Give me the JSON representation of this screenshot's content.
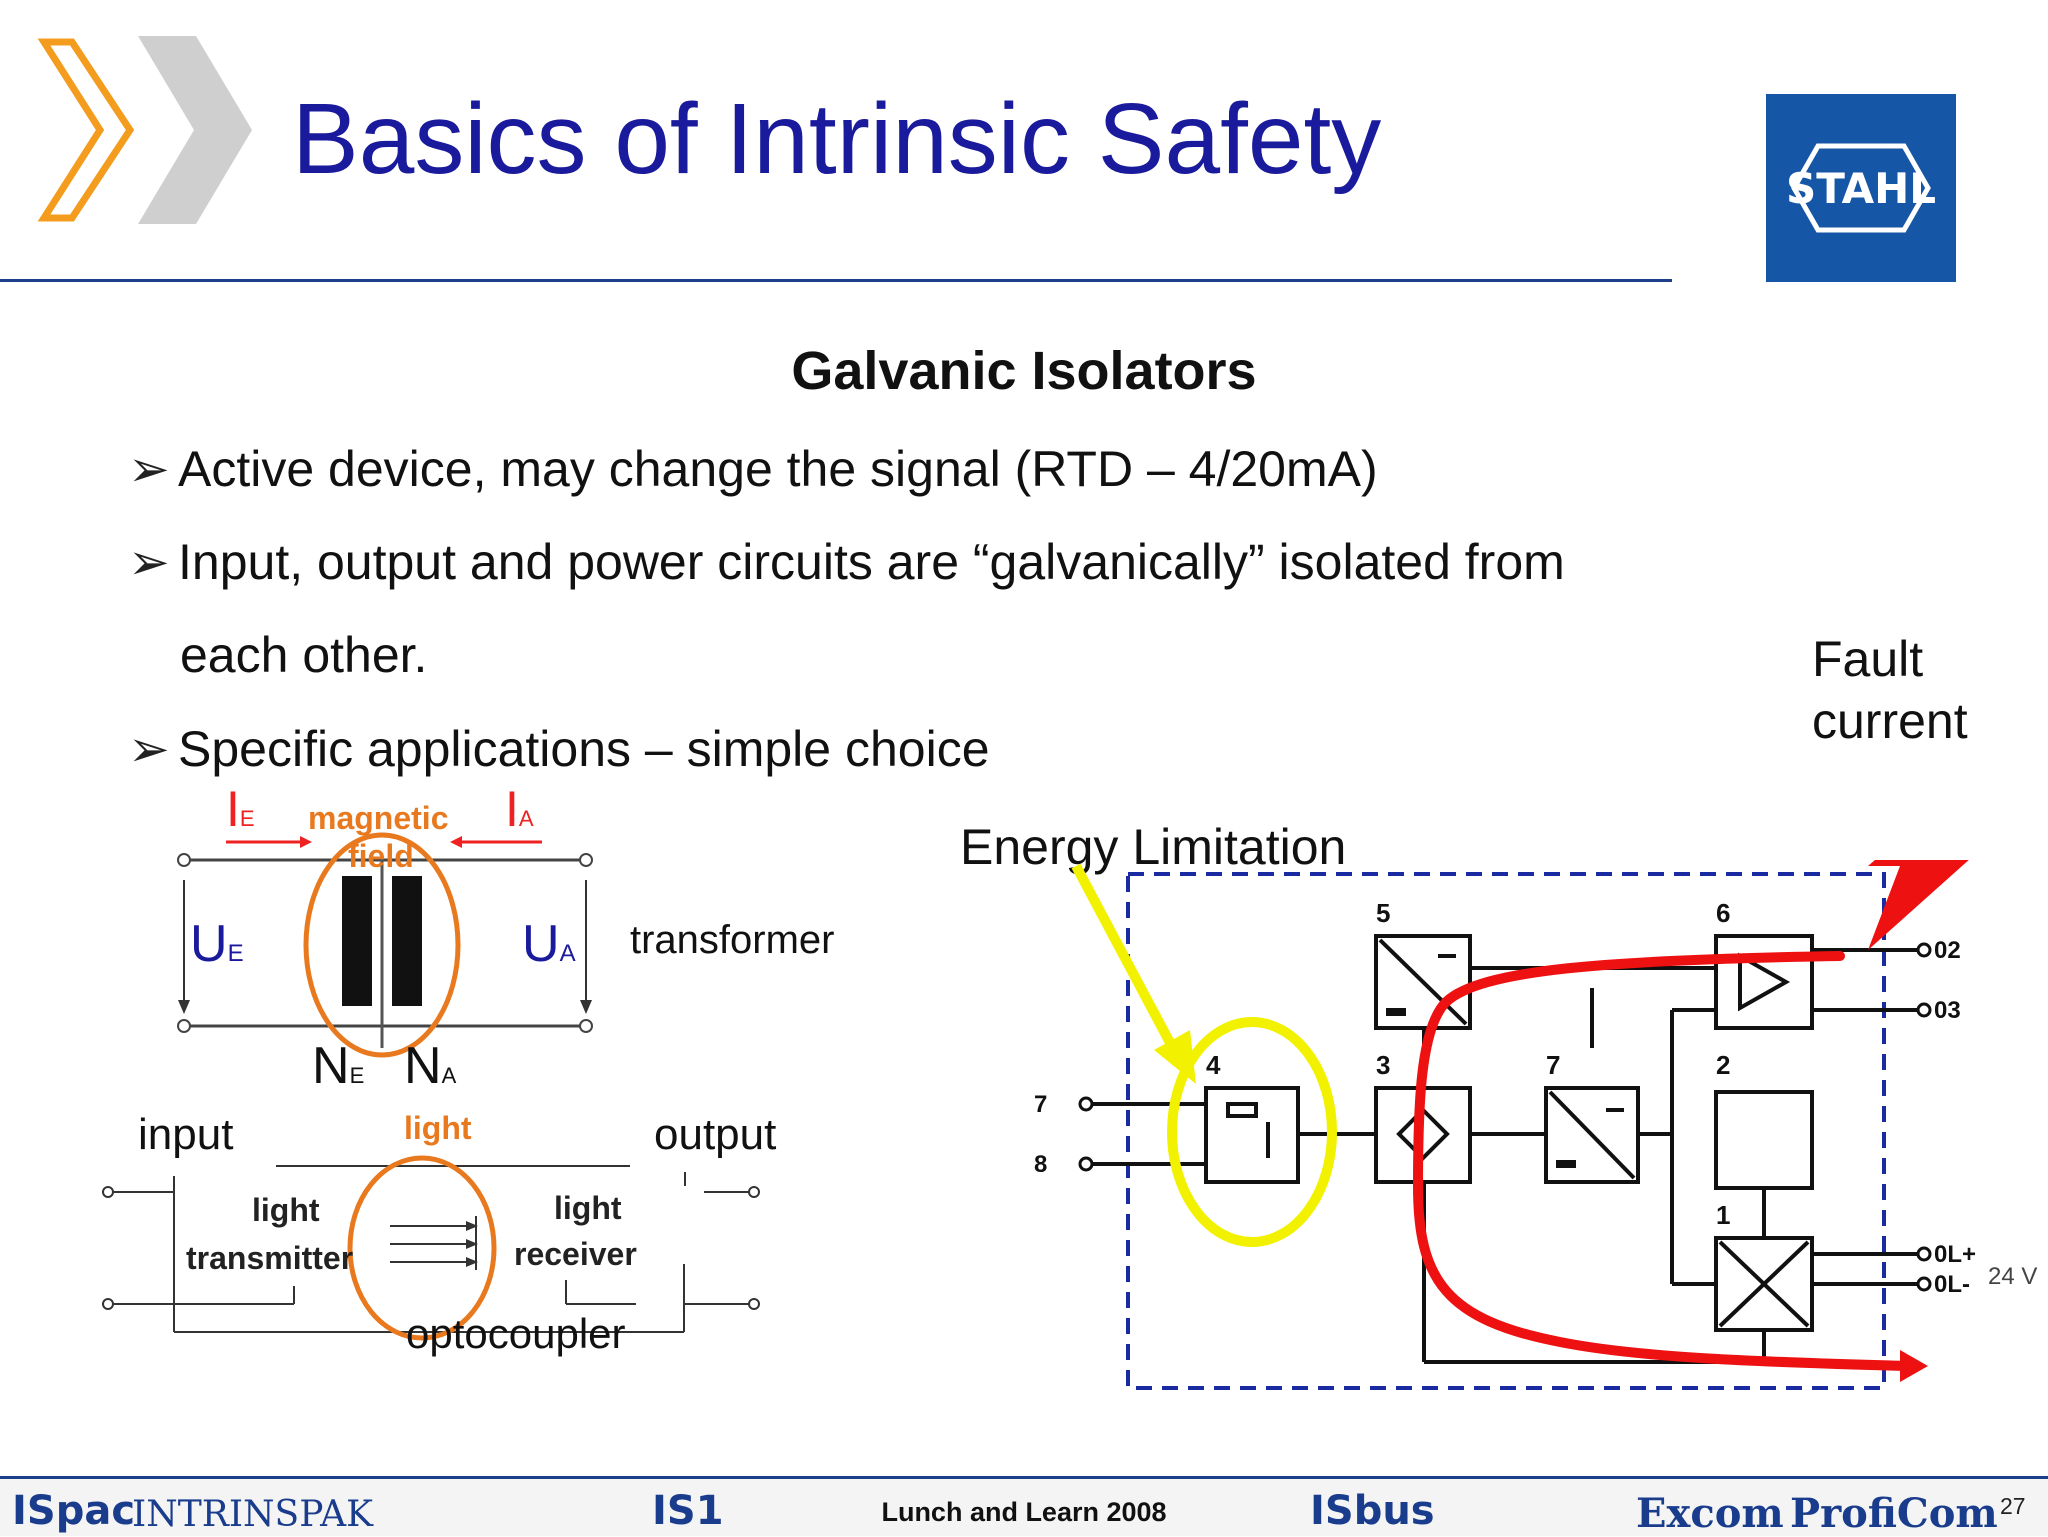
{
  "slide": {
    "title": "Basics of Intrinsic Safety",
    "logo_text": "STAHL",
    "subtitle": "Galvanic Isolators",
    "bullets": [
      "Active device, may change the signal (RTD – 4/20mA)",
      "Input, output and power circuits are “galvanically” isolated from",
      "Specific applications – simple choice"
    ],
    "bullet_continuation": "each other.",
    "bullet_glyph": "➢"
  },
  "transformer_diagram": {
    "ie_main": "I",
    "ie_sub": "E",
    "ia_main": "I",
    "ia_sub": "A",
    "ue_main": "U",
    "ue_sub": "E",
    "ua_main": "U",
    "ua_sub": "A",
    "ne_main": "N",
    "ne_sub": "E",
    "na_main": "N",
    "na_sub": "A",
    "magnetic_field_label_1": "magnetic",
    "magnetic_field_label_2": "field",
    "caption": "transformer"
  },
  "optocoupler_diagram": {
    "input_label": "input",
    "output_label": "output",
    "light_label": "light",
    "transmitter_label_1": "light",
    "transmitter_label_2": "transmitter",
    "receiver_label_1": "light",
    "receiver_label_2": "receiver",
    "caption": "optocoupler"
  },
  "block_diagram": {
    "fault_label": "Fault current",
    "energy_label": "Energy Limitation",
    "block_numbers": [
      "5",
      "6",
      "4",
      "3",
      "7",
      "2",
      "1"
    ],
    "terminals": [
      "7",
      "8",
      "02",
      "03",
      "0L+",
      "0L-"
    ],
    "supply_voltage": "24 V"
  },
  "footer": {
    "left_brands": [
      "ISpac",
      "INTRINSPAK"
    ],
    "center_brand": "IS1",
    "event_text": "Lunch and Learn 2008",
    "right_brands": [
      "ISbus",
      "Excom",
      "ProfiCom"
    ],
    "page_number": "27"
  },
  "colors": {
    "title_blue": "#1a1a9c",
    "logo_blue": "#1656a6",
    "rule_blue": "#1c3f8a",
    "accent_orange": "#e8791e",
    "fault_red": "#ee1111",
    "highlight_yellow": "#f2f200",
    "dashed_blue": "#1a2aa0"
  }
}
